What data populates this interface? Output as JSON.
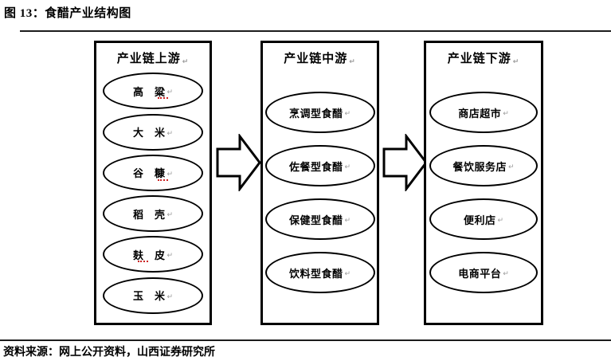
{
  "figure": {
    "title": "图 13：食醋产业结构图",
    "source": "资料来源：网上公开资料，山西证券研究所"
  },
  "diagram": {
    "columns": [
      {
        "header": "产业链上游",
        "items": [
          "高　粱",
          "大　米",
          "谷　糠",
          "稻　壳",
          "麸　皮",
          "玉　米"
        ]
      },
      {
        "header": "产业链中游",
        "items": [
          "烹调型食醋",
          "佐餐型食醋",
          "保健型食醋",
          "饮料型食醋"
        ]
      },
      {
        "header": "产业链下游",
        "items": [
          "商店超市",
          "餐饮服务店",
          "便利店",
          "电商平台"
        ]
      }
    ],
    "arrows": [
      "right-block-arrow",
      "right-block-arrow"
    ],
    "colors": {
      "line": "#000000",
      "fill": "#ffffff",
      "spell_underline": "#cc2222",
      "paragraph_mark": "#9b9b9b"
    }
  },
  "marks": {
    "return": "↵"
  }
}
